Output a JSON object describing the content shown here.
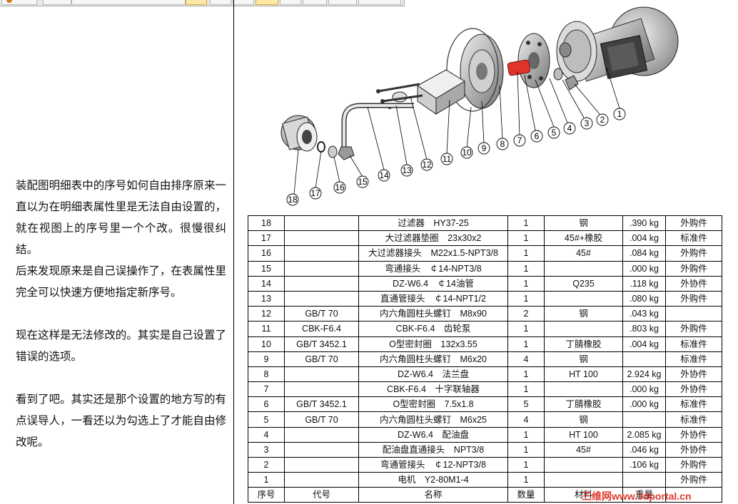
{
  "article": {
    "paragraphs": [
      "装配图明细表中的序号如何自由排序原来一直以为在明细表属性里是无法自由设置的，就在视图上的序号里一个个改。很慢很纠结。",
      "后来发现原来是自己误操作了，在表属性里完全可以快速方便地指定新序号。",
      "现在这样是无法修改的。其实是自己设置了错误的选项。",
      "看到了吧。其实还是那个设置的地方写的有点误导人，一看还以为勾选上了才能自由修改呢。"
    ]
  },
  "drawing": {
    "balloons": [
      "1",
      "2",
      "3",
      "4",
      "5",
      "6",
      "7",
      "8",
      "9",
      "10",
      "11",
      "12",
      "13",
      "14",
      "15",
      "16",
      "17",
      "18"
    ]
  },
  "bom": {
    "header": [
      "序号",
      "代号",
      "名称",
      "数量",
      "材料",
      "重量",
      ""
    ],
    "rows": [
      {
        "no": "18",
        "code": "",
        "name": "过滤器　HY37-25",
        "qty": "1",
        "material": "钢",
        "weight": ".390 kg",
        "remark": "外购件"
      },
      {
        "no": "17",
        "code": "",
        "name": "大过滤器垫圈　23x30x2",
        "qty": "1",
        "material": "45#+橡胶",
        "weight": ".004 kg",
        "remark": "标准件"
      },
      {
        "no": "16",
        "code": "",
        "name": "大过滤器接头　M22x1.5-NPT3/8",
        "qty": "1",
        "material": "45#",
        "weight": ".084 kg",
        "remark": "外购件"
      },
      {
        "no": "15",
        "code": "",
        "name": "弯通接头　￠14-NPT3/8",
        "qty": "1",
        "material": "",
        "weight": ".000 kg",
        "remark": "外购件"
      },
      {
        "no": "14",
        "code": "",
        "name": "DZ-W6.4　￠14油管",
        "qty": "1",
        "material": "Q235",
        "weight": ".118 kg",
        "remark": "外协件"
      },
      {
        "no": "13",
        "code": "",
        "name": "直通管接头　￠14-NPT1/2",
        "qty": "1",
        "material": "",
        "weight": ".080 kg",
        "remark": "外购件"
      },
      {
        "no": "12",
        "code": "GB/T 70",
        "name": "内六角圆柱头螺钉　M8x90",
        "qty": "2",
        "material": "钢",
        "weight": ".043 kg",
        "remark": ""
      },
      {
        "no": "11",
        "code": "CBK-F6.4",
        "name": "CBK-F6.4　齿轮泵",
        "qty": "1",
        "material": "",
        "weight": ".803 kg",
        "remark": "外购件"
      },
      {
        "no": "10",
        "code": "GB/T 3452.1",
        "name": "O型密封圈　132x3.55",
        "qty": "1",
        "material": "丁腈橡胶",
        "weight": ".004 kg",
        "remark": "标准件"
      },
      {
        "no": "9",
        "code": "GB/T 70",
        "name": "内六角圆柱头螺钉　M6x20",
        "qty": "4",
        "material": "钢",
        "weight": "",
        "remark": "标准件"
      },
      {
        "no": "8",
        "code": "",
        "name": "DZ-W6.4　法兰盘",
        "qty": "1",
        "material": "HT 100",
        "weight": "2.924 kg",
        "remark": "外协件"
      },
      {
        "no": "7",
        "code": "",
        "name": "CBK-F6.4　十字联轴器",
        "qty": "1",
        "material": "",
        "weight": ".000 kg",
        "remark": "外协件"
      },
      {
        "no": "6",
        "code": "GB/T 3452.1",
        "name": "O型密封圈　7.5x1.8",
        "qty": "5",
        "material": "丁腈橡胶",
        "weight": ".000 kg",
        "remark": "标准件"
      },
      {
        "no": "5",
        "code": "GB/T 70",
        "name": "内六角圆柱头螺钉　M6x25",
        "qty": "4",
        "material": "钢",
        "weight": "",
        "remark": "标准件"
      },
      {
        "no": "4",
        "code": "",
        "name": "DZ-W6.4　配油盘",
        "qty": "1",
        "material": "HT 100",
        "weight": "2.085 kg",
        "remark": "外协件"
      },
      {
        "no": "3",
        "code": "",
        "name": "配油盘直通接头　NPT3/8",
        "qty": "1",
        "material": "45#",
        "weight": ".046 kg",
        "remark": "外协件"
      },
      {
        "no": "2",
        "code": "",
        "name": "弯通管接头　￠12-NPT3/8",
        "qty": "1",
        "material": "",
        "weight": ".106 kg",
        "remark": "外购件"
      },
      {
        "no": "1",
        "code": "",
        "name": "电机　Y2-80M1-4",
        "qty": "1",
        "material": "",
        "weight": "",
        "remark": "外购件"
      }
    ]
  },
  "watermark": {
    "text": "三维网www.3dportal.cn"
  },
  "colors": {
    "highlight": "#e0332a",
    "line": "#000000",
    "toolbar": "#e7e7e7"
  }
}
